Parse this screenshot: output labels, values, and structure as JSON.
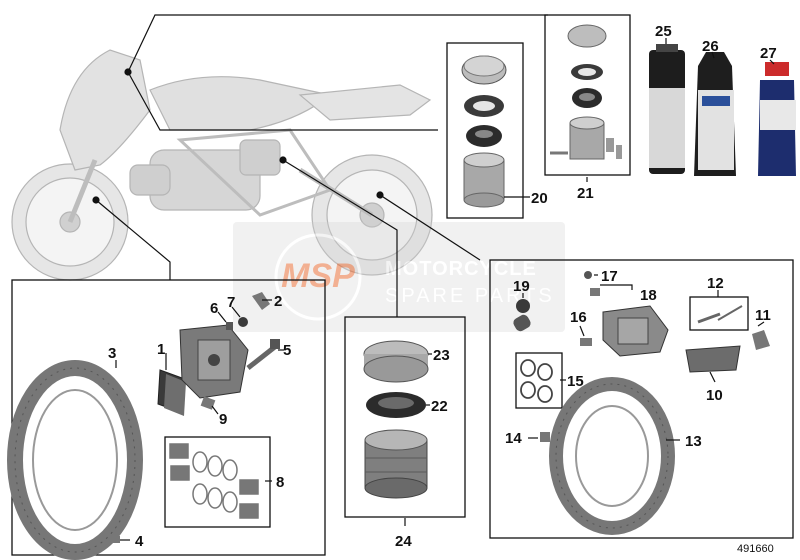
{
  "diagram_id": "491660",
  "watermark": {
    "logo": "MSP",
    "line1": "MOTORCYCLE",
    "line2": "SPARE PARTS",
    "accent_color": "#e8703a"
  },
  "callouts": [
    "1",
    "2",
    "3",
    "4",
    "5",
    "6",
    "7",
    "8",
    "9",
    "10",
    "11",
    "12",
    "13",
    "14",
    "15",
    "16",
    "17",
    "18",
    "19",
    "20",
    "21",
    "22",
    "23",
    "24",
    "25",
    "26",
    "27"
  ],
  "colors": {
    "line": "#111111",
    "motorcycle": "#c9c9c9",
    "metal": "#8a8a8a",
    "dark": "#2b2b2b"
  }
}
